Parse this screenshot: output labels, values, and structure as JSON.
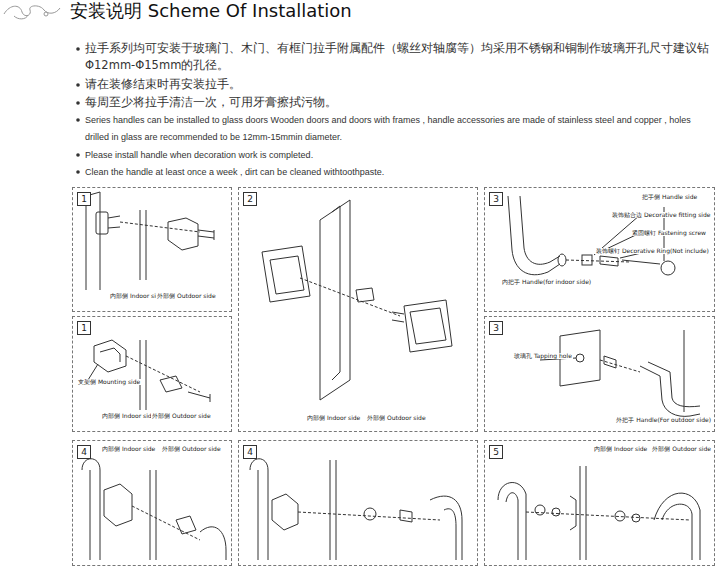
{
  "diagram": {
    "title": "安装说明 Scheme Of Installation",
    "nodes": [
      {
        "text": [
          "1",
          "内部侧 Indoor side",
          "外部侧 Outdoor side"
        ]
      },
      {
        "text": [
          "2",
          "内部侧 Indoor side",
          "外部侧 Outdoor side"
        ]
      },
      {
        "text": [
          "3",
          "把手侧 Handle side",
          "装饰贴合边 Decorative fitting side",
          "紧固螺钉 Fastening screw",
          "装饰螺钉 Decorative Ring(Not include)",
          "内把手 Handle(for indoor side)"
        ]
      },
      {
        "text": [
          "1",
          "支架侧 Mounting side",
          "内部侧 Indoor side",
          "外部侧 Outdoor side"
        ]
      },
      {
        "text": [
          "3",
          "玻璃孔 Tapping hole",
          "外把手 Handle(For outdoor side)"
        ]
      },
      {
        "text": [
          "4",
          "内部侧 Indoor side",
          "外部侧 Outdoor side"
        ]
      },
      {
        "text": [
          "4"
        ]
      },
      {
        "text": [
          "5",
          "内部侧 Indoor side",
          "外部侧 Outdoor side"
        ]
      }
    ],
    "labels": [
      "拉手系列均可安装于玻璃门、木门、有框门拉手附属配件（螺丝对轴腐等）均采用不锈钢和铜制作玻璃开孔尺寸建议钻Φ12mm-Φ15mm的孔径。",
      "请在装修结束时再安装拉手。",
      "每周至少将拉手清洁一次，可用牙膏擦拭污物。",
      "Series handles can be installed to glass doors Wooden doors and doors with frames , handle accessories are made of stainless steel and copper , holes drilled in glass are recommended to be 12mm-15mmin diameter.",
      "Please install handle when decoration work is completed.",
      "Clean the handle at least once a week , dirt can be cleaned withtoothpaste."
    ]
  }
}
